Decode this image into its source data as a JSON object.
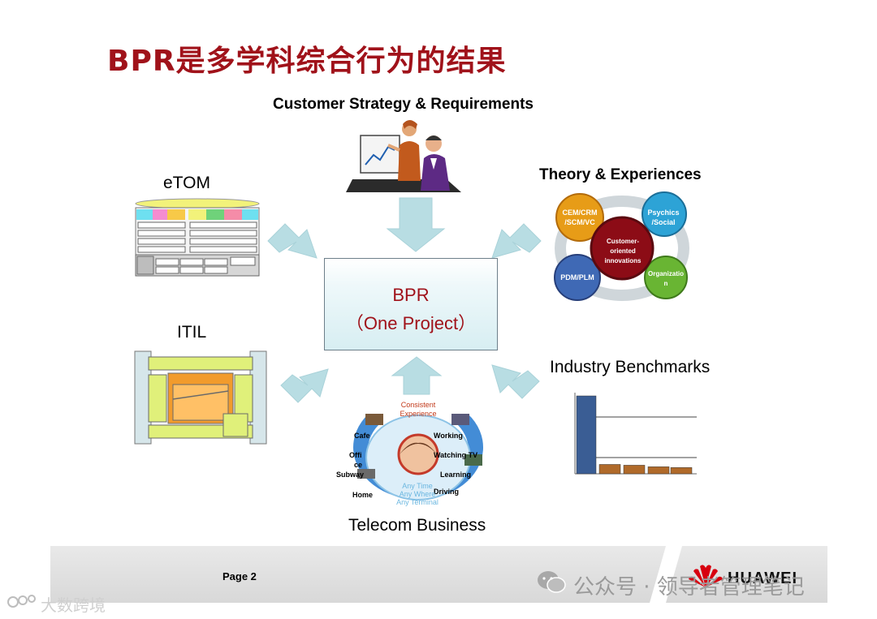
{
  "slide": {
    "title": "BPR是多学科综合行为的结果",
    "center": {
      "line1": "BPR",
      "line2": "（One Project）"
    },
    "inputs": {
      "customer": "Customer Strategy & Requirements",
      "etom": "eTOM",
      "theory": "Theory & Experiences",
      "itil": "ITIL",
      "industry": "Industry  Benchmarks",
      "telecom": "Telecom  Business"
    },
    "theory_circles": {
      "c1": [
        "CEM/CRM",
        "/SCM/VC"
      ],
      "c2": [
        "Psychics",
        "/Social"
      ],
      "center": [
        "Customer-",
        "oriented",
        "innovations"
      ],
      "c3": "PDM/PLM",
      "c4": [
        "Organizatio",
        "n"
      ]
    },
    "telecom_ring": {
      "top": [
        "Consistent",
        "Experience"
      ],
      "places": [
        "Cafe",
        "Offi",
        "ce",
        "Subway",
        "Home",
        "Working",
        "Watching TV",
        "Learning",
        "Driving"
      ],
      "any": [
        "Any Time",
        "Any Where",
        "Any Terminal"
      ]
    },
    "benchmark_chart": {
      "values": [
        100,
        12,
        11,
        9,
        8
      ]
    },
    "footer": {
      "page": "Page 2",
      "brand": "HUAWEI"
    },
    "watermarks": {
      "wechat": "公众号 · 领导者管理笔记",
      "corner": "大数跨境"
    }
  },
  "colors": {
    "title": "#a0121a",
    "arrow": "#b8dde3",
    "brand_red": "#d7000f"
  }
}
